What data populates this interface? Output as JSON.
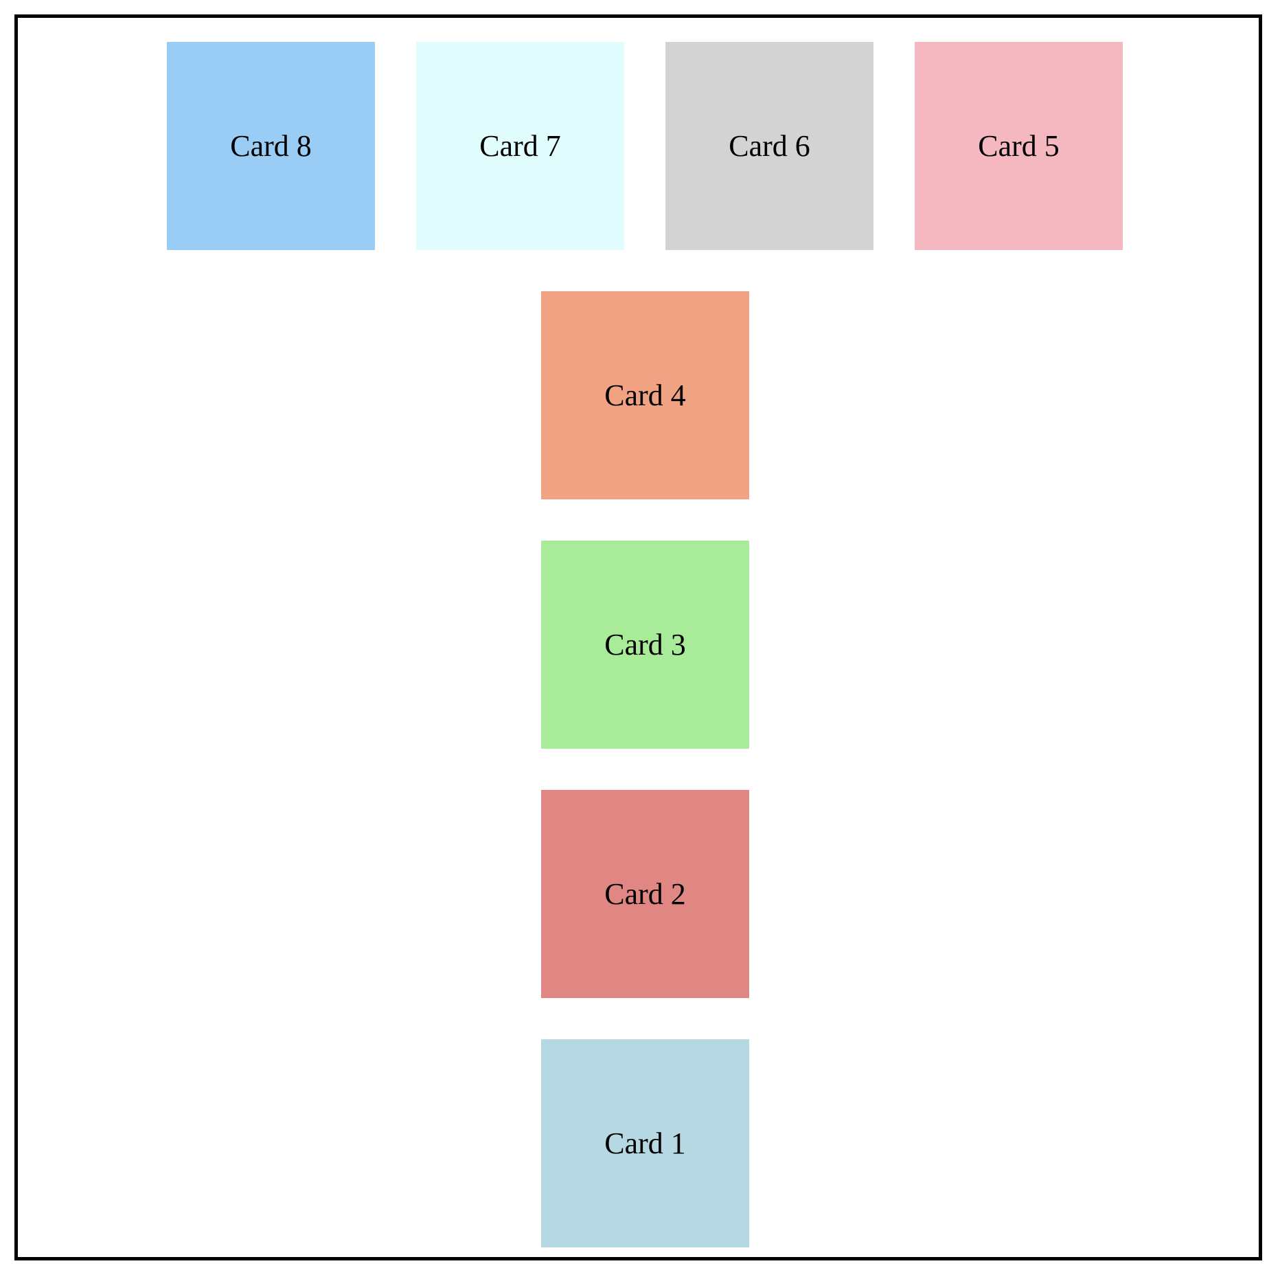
{
  "cards": [
    {
      "id": 8,
      "label": "Card 8",
      "color": "#99cdf5"
    },
    {
      "id": 7,
      "label": "Card 7",
      "color": "#e2fdfd"
    },
    {
      "id": 6,
      "label": "Card 6",
      "color": "#d3d3d3"
    },
    {
      "id": 5,
      "label": "Card 5",
      "color": "#f5b8c0"
    },
    {
      "id": 4,
      "label": "Card 4",
      "color": "#f0a282"
    },
    {
      "id": 3,
      "label": "Card 3",
      "color": "#a8eb98"
    },
    {
      "id": 2,
      "label": "Card 2",
      "color": "#e08683"
    },
    {
      "id": 1,
      "label": "Card 1",
      "color": "#b6d8e3"
    }
  ]
}
